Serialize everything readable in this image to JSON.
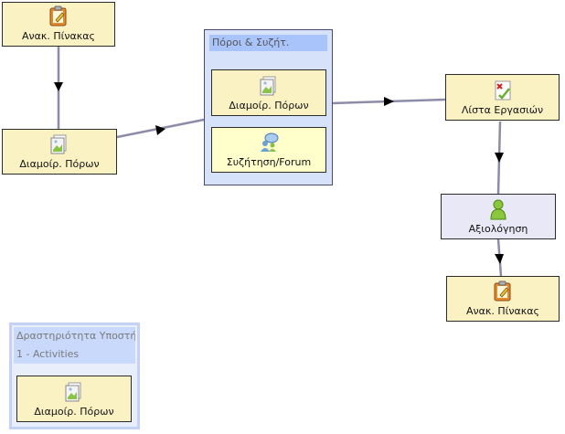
{
  "nodes": {
    "noticeboard_top": "Ανακ. Πίνακας",
    "share_resources_left": "Διαμοίρ. Πόρων",
    "task_list": "Λίστα Εργασιών",
    "assessment": "Αξιολόγηση",
    "noticeboard_bottom": "Ανακ. Πίνακας"
  },
  "branching_group": {
    "title": "Πόροι & Συζήτ.",
    "share_resources": "Διαμοίρ. Πόρων",
    "forum": "Συζήτηση/Forum"
  },
  "support_group": {
    "title": "Δραστηριότητα Υποστή",
    "subtitle": "1 - Activities",
    "share_resources": "Διαμοίρ. Πόρων"
  },
  "icons": {
    "noticeboard": "notepad-pencil-icon",
    "share_resources": "document-image-icon",
    "forum": "chat-bubbles-icon",
    "task_list": "checklist-icon",
    "assessment": "person-icon"
  },
  "colors": {
    "activity_fill": "#fbf2c4",
    "gate_fill": "#e8e8f6",
    "group_fill": "#d6e2fa",
    "group_header": "#a8c4fa",
    "edge": "#8888aa"
  }
}
